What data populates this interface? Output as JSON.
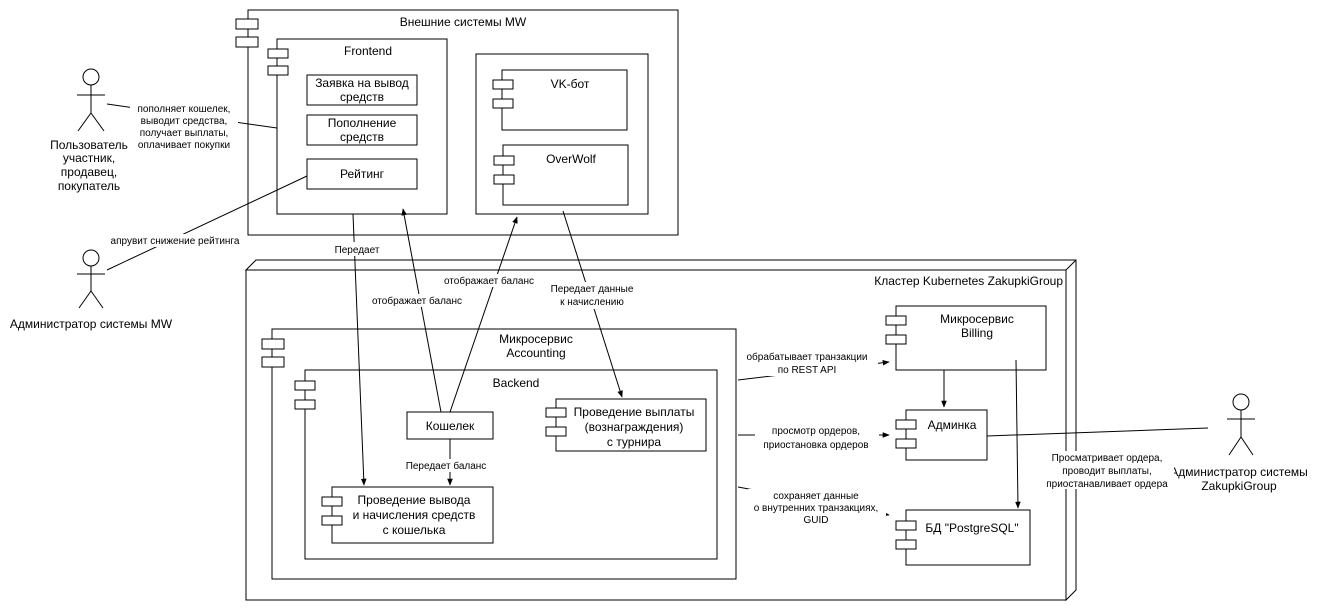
{
  "external": {
    "title": "Внешние системы  MW",
    "frontend": "Frontend",
    "withdraw_request": [
      "Заявка на вывод",
      "средств"
    ],
    "topup": [
      "Пополнение",
      "средств"
    ],
    "rating": "Рейтинг",
    "vk_bot": "VK-бот",
    "overwolf": "OverWolf"
  },
  "actors": {
    "user": [
      "Пользователь",
      "участник,",
      "продавец,",
      "покупатель"
    ],
    "admin_mw": "Администратор системы MW",
    "admin_zg": [
      "Администратор системы",
      "ZakupkiGroup"
    ]
  },
  "cluster": {
    "title": "Кластер  Kubernetes  ZakupkiGroup",
    "accounting": [
      "Микросервис",
      "Accounting"
    ],
    "backend": "Backend",
    "wallet": "Кошелек",
    "payout": [
      "Проведение выплаты",
      "(вознаграждения)",
      "с турнира"
    ],
    "withdrawal": [
      "Проведение вывода",
      "и начисления средств",
      "с кошелька"
    ],
    "billing": [
      "Микросервис",
      "Billing"
    ],
    "admin_panel": "Админка",
    "db": "БД \"PostgreSQL\""
  },
  "edges": {
    "user_note": [
      "пополняет кошелек,",
      "выводит средства,",
      "получает выплаты,",
      "оплачивает покупки"
    ],
    "admin_mw_note": "апрувит снижение рейтинга",
    "transfers": "Передает",
    "shows_balance_1": "отображает баланс",
    "shows_balance_2": "отображает баланс",
    "transfers_accrual": [
      "Передает данные",
      "к начислению"
    ],
    "transfers_balance": "Передает баланс",
    "billing_note": [
      "обрабатывает транзакции",
      "по REST API"
    ],
    "orders_note": [
      "просмотр ордеров,",
      "приостановка ордеров"
    ],
    "db_note": [
      "сохраняет данные",
      "о внутренних транзакциях,",
      "GUID"
    ],
    "admin_zg_note": [
      "Просматривает ордера,",
      "проводит выплаты,",
      "приостанавливает ордера"
    ]
  }
}
